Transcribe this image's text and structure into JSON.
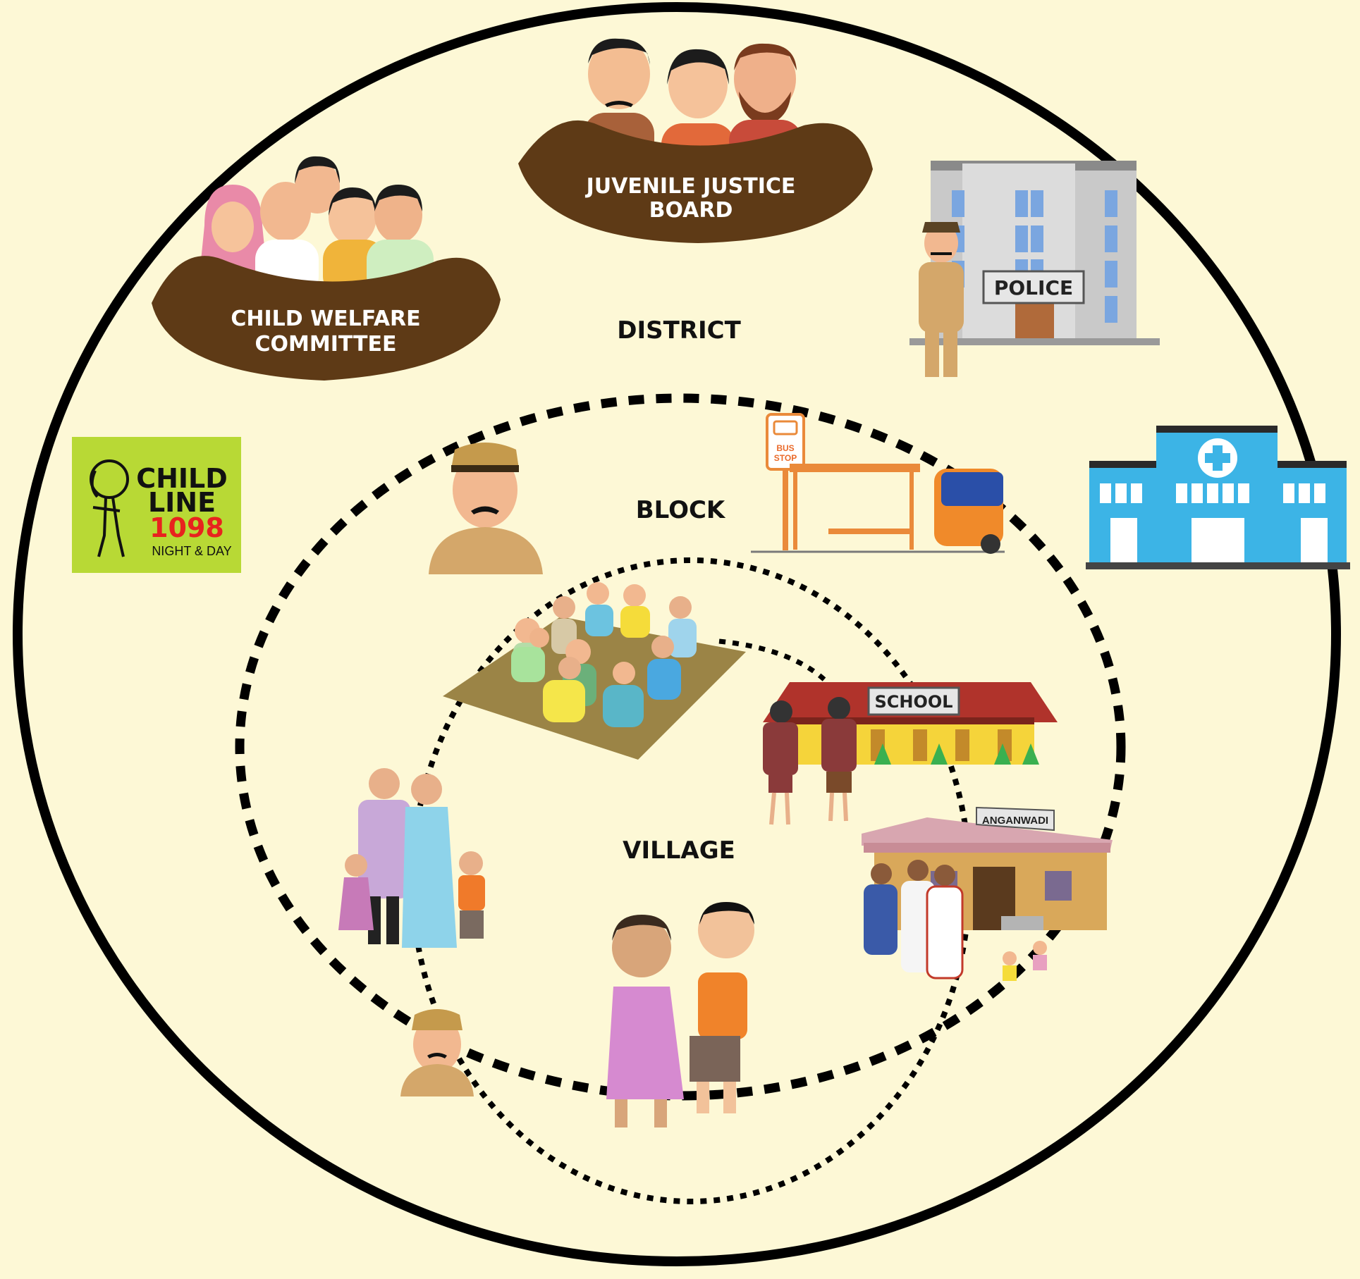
{
  "levels": {
    "district": "DISTRICT",
    "block": "BLOCK",
    "village": "VILLAGE"
  },
  "committees": {
    "jjb_line1": "JUVENILE JUSTICE",
    "jjb_line2": "BOARD",
    "cwc_line1": "CHILD WELFARE",
    "cwc_line2": "COMMITTEE"
  },
  "signs": {
    "police": "POLICE",
    "bus_stop_line1": "BUS",
    "bus_stop_line2": "STOP",
    "school": "SCHOOL",
    "anganwadi": "ANGANWADI"
  },
  "childline": {
    "line1": "CHILD",
    "line2": "LINE",
    "number": "1098",
    "tagline": "NIGHT & DAY"
  },
  "colors": {
    "background": "#fdf8d6",
    "brown_panel": "#5e3a16",
    "childline_green": "#b8d935",
    "hospital_blue": "#3cb4e6"
  }
}
